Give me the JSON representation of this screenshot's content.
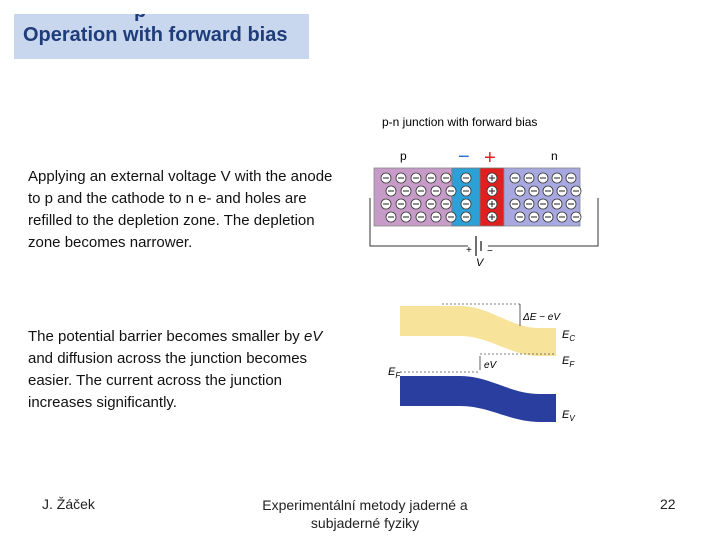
{
  "slide": {
    "title_partial": "p",
    "title": "Operation with forward bias",
    "para1": "Applying an external voltage V with the anode to p and the cathode to n e- and holes are refilled to the depletion zone. The depletion zone becomes narrower.",
    "para2_a": "The potential barrier becomes smaller by ",
    "para2_eV": "eV",
    "para2_b": " and diffusion across the junction becomes easier. The current across the junction increases significantly."
  },
  "diagram": {
    "title": "p-n junction with forward bias",
    "p_label": "p",
    "n_label": "n",
    "minus_sign": "−",
    "plus_sign": "+",
    "battery_plus": "+",
    "battery_minus": "−",
    "battery_v": "V"
  },
  "band": {
    "delta_label": "ΔE − eV",
    "ec_label": "E",
    "ec_sub": "C",
    "ef_left_label": "E",
    "ef_left_sub": "F",
    "ef_right_label": "E",
    "ef_right_sub": "F",
    "ev_drop_label": "eV",
    "evb_label": "E",
    "evb_sub": "V"
  },
  "footer": {
    "author": "J. Žáček",
    "course": "Experimentální metody jaderné a subjaderné fyziky",
    "page": "22"
  },
  "colors": {
    "title_bg": "#c9d7ee",
    "title_fg": "#1f3d7a",
    "p_region": "#c79bc7",
    "n_region": "#a8a8e0",
    "depletion_blue": "#2ea0d8",
    "depletion_red": "#e02020",
    "conduction_band": "#f7e39a",
    "valence_band": "#2a3ea0"
  }
}
